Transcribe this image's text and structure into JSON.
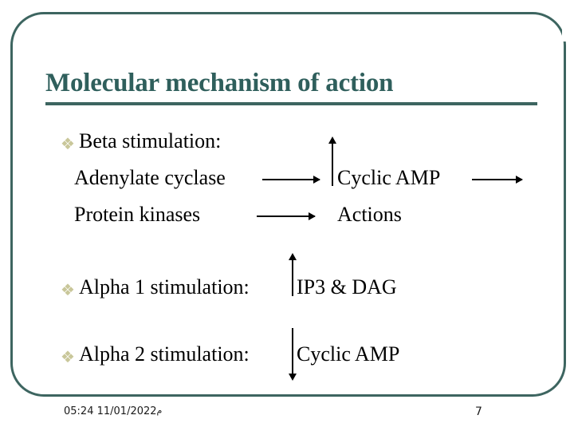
{
  "slide": {
    "title": "Molecular mechanism of action",
    "accent_color": "#3d6560",
    "title_color": "#2f5f5c",
    "bullet_color": "#c9c79a",
    "bullet_glyph": "❖",
    "background_color": "#ffffff"
  },
  "bullets": [
    {
      "label": "Beta stimulation:",
      "lines": [
        {
          "left": "Adenylate cyclase",
          "arrow": "right-arrow",
          "right": "Cyclic AMP",
          "trailing_arrow": "right-arrow",
          "vertical": "up-arrow"
        },
        {
          "left": "Protein kinases",
          "arrow": "right-arrow",
          "right": "Actions",
          "trailing_arrow": "",
          "vertical": ""
        }
      ]
    },
    {
      "label": "Alpha 1 stimulation:",
      "result": "IP3 & DAG",
      "vertical": "up-arrow"
    },
    {
      "label": "Alpha 2 stimulation:",
      "result": "Cyclic AMP",
      "vertical": "down-arrow"
    }
  ],
  "footer": {
    "ampm": "م",
    "time": "05:24",
    "date": "11/01/2022",
    "page_number": "7"
  }
}
